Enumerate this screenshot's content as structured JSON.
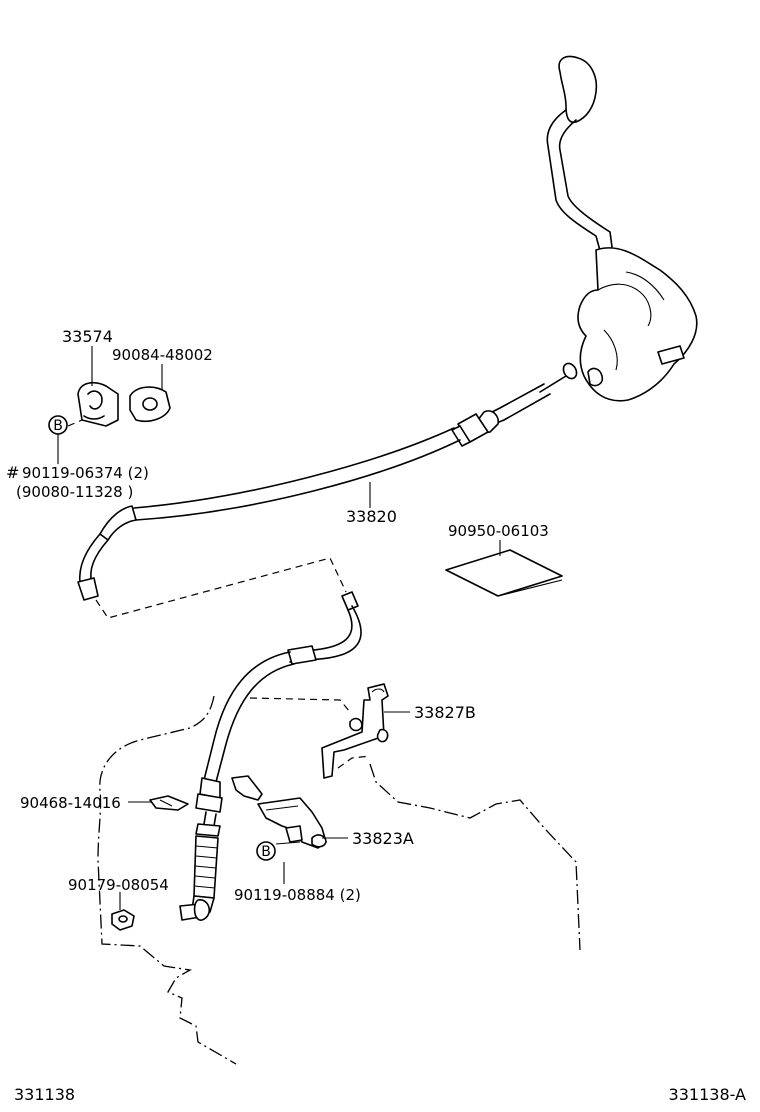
{
  "diagram": {
    "parts": [
      {
        "id": "p33574",
        "number": "33574"
      },
      {
        "id": "p90084",
        "number": "90084-48002"
      },
      {
        "id": "p90119a",
        "number": "90119-06374 (2)",
        "prefix": "#"
      },
      {
        "id": "p90080",
        "number": "(90080-11328 )"
      },
      {
        "id": "p33820",
        "number": "33820"
      },
      {
        "id": "p90950",
        "number": "90950-06103"
      },
      {
        "id": "p33827B",
        "number": "33827B"
      },
      {
        "id": "p90468",
        "number": "90468-14016"
      },
      {
        "id": "p33823A",
        "number": "33823A"
      },
      {
        "id": "p90179",
        "number": "90179-08054"
      },
      {
        "id": "p90119b",
        "number": "90119-08884 (2)"
      }
    ],
    "markers": [
      {
        "id": "markerB1",
        "letter": "B"
      },
      {
        "id": "markerB2",
        "letter": "B"
      }
    ],
    "footer": {
      "left_code": "331138",
      "right_code": "331138-A"
    }
  }
}
